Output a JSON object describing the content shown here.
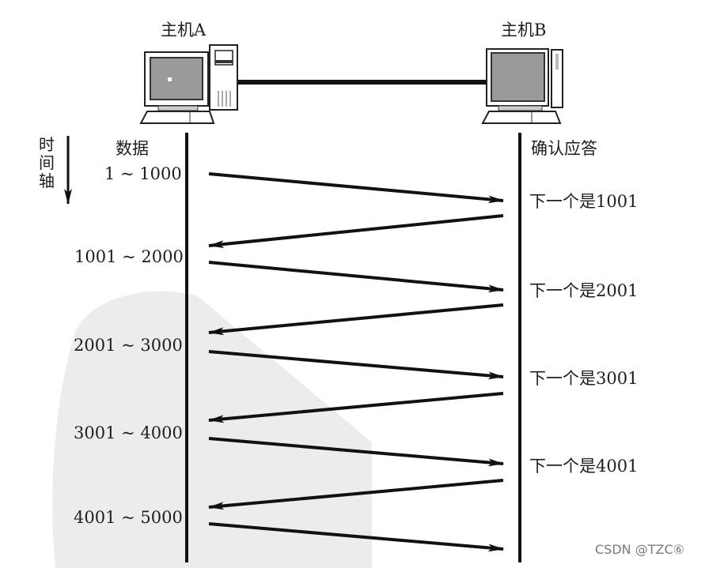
{
  "hosts": {
    "a": {
      "label": "主机A"
    },
    "b": {
      "label": "主机B"
    }
  },
  "time_axis": {
    "chars": [
      "时",
      "间",
      "轴"
    ]
  },
  "left_header": "数据",
  "right_header": "确认应答",
  "data_segments": [
    "1 ~ 1000",
    "1001 ~ 2000",
    "2001 ~ 3000",
    "3001 ~ 4000",
    "4001 ~ 5000"
  ],
  "acks": [
    "下一个是1001",
    "下一个是2001",
    "下一个是3001",
    "下一个是4001"
  ],
  "watermark": "CSDN @TZC⑥",
  "colors": {
    "line": "#111111",
    "bg_stamp": "#ececec",
    "screen": "#9a9a9a"
  }
}
